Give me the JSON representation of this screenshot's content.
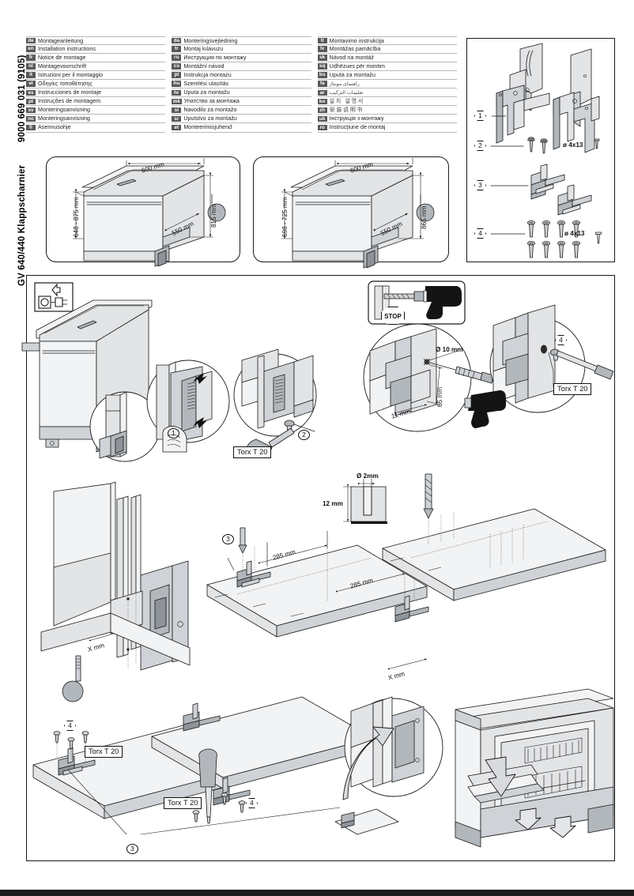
{
  "spine": {
    "code": "9000 669 031 (9105)",
    "model": "GV 640/440 Klappscharnier"
  },
  "languages": {
    "col1": [
      {
        "code": "de",
        "name": "Montageanleitung"
      },
      {
        "code": "en",
        "name": "Installation instructions"
      },
      {
        "code": "fr",
        "name": "Notice de montage"
      },
      {
        "code": "nl",
        "name": "Montagevoorschrift"
      },
      {
        "code": "it",
        "name": "Istruzioni per il montaggio"
      },
      {
        "code": "el",
        "name": "Οδηγίες τοποθέτησης"
      },
      {
        "code": "es",
        "name": "Instrucciones de montaje"
      },
      {
        "code": "pt",
        "name": "Instruções de montagem"
      },
      {
        "code": "sv",
        "name": "Monteringsanvisning"
      },
      {
        "code": "no",
        "name": "Monteringsanvisning"
      },
      {
        "code": "fi",
        "name": "Asennusohje"
      }
    ],
    "col2": [
      {
        "code": "da",
        "name": "Monteringsvejledning"
      },
      {
        "code": "tr",
        "name": "Montaj kılavuzu"
      },
      {
        "code": "ru",
        "name": "Инструкция по монтажу"
      },
      {
        "code": "cs",
        "name": "Montážní návod"
      },
      {
        "code": "pl",
        "name": "Instrukcja montażu"
      },
      {
        "code": "hu",
        "name": "Szerelési utasítás"
      },
      {
        "code": "hr",
        "name": "Uputa za montažu"
      },
      {
        "code": "mk",
        "name": "Упатство за монтажа"
      },
      {
        "code": "sl",
        "name": "Navodilo za montažo"
      },
      {
        "code": "sr",
        "name": "Uputstvo za montažu"
      },
      {
        "code": "et",
        "name": "Monteerimisjuhend"
      }
    ],
    "col3": [
      {
        "code": "lt",
        "name": "Montavimo instrukcija",
        "script": "latin"
      },
      {
        "code": "lv",
        "name": "Montāžas pamācība",
        "script": "latin"
      },
      {
        "code": "sk",
        "name": "Návod na montáž",
        "script": "latin"
      },
      {
        "code": "sq",
        "name": "Udhëzues për montim",
        "script": "latin"
      },
      {
        "code": "bs",
        "name": "Uputa za montažu",
        "script": "latin"
      },
      {
        "code": "fa",
        "name": "راهنمای مونتاژ",
        "script": "rtl"
      },
      {
        "code": "ar",
        "name": "تعليمات التركيب",
        "script": "rtl"
      },
      {
        "code": "ko",
        "name": "설치 설명서",
        "script": "cjk"
      },
      {
        "code": "zh",
        "name": "安装说明书",
        "script": "cjk"
      },
      {
        "code": "uk",
        "name": "Інструкція з монтажу",
        "script": "latin"
      },
      {
        "code": "ro",
        "name": "Instrucţiune de montaj",
        "script": "latin"
      }
    ]
  },
  "parts_list": {
    "items": [
      {
        "num": "1",
        "label": ""
      },
      {
        "num": "2",
        "label": "ø 4x13"
      },
      {
        "num": "3",
        "label": ""
      },
      {
        "num": "4",
        "label": "ø 4x13"
      }
    ]
  },
  "dimensions": {
    "box1": {
      "width": "600 mm",
      "depth": "550 mm",
      "height": "815 mm",
      "range": "648 - 875 mm"
    },
    "box2": {
      "width": "600 mm",
      "depth": "550 mm",
      "height": "865 mm",
      "range": "698 - 725 mm"
    }
  },
  "main": {
    "step1_callout": "1",
    "step2_callout": "2",
    "step3_callout": "3",
    "step4_callout": "4",
    "torx": "Torx T 20",
    "stop": "STOP",
    "drill_diameter": "Ø 10 mm",
    "drill_depth": "65 mm",
    "drill_offset": "11 mm",
    "pilot_diameter": "Ø 2mm",
    "pilot_depth": "12 mm",
    "spacing_a": "285 mm",
    "spacing_b": "285 mm",
    "gap_left": "X mm",
    "gap_right": "X mm"
  },
  "colors": {
    "ink": "#1a1a1a",
    "fill_light": "#e9eaec",
    "fill_mid": "#cdd0d4",
    "fill_dark": "#9ba0a6",
    "fill_darker": "#6e7478",
    "black": "#111111",
    "badge": "#58585a"
  }
}
